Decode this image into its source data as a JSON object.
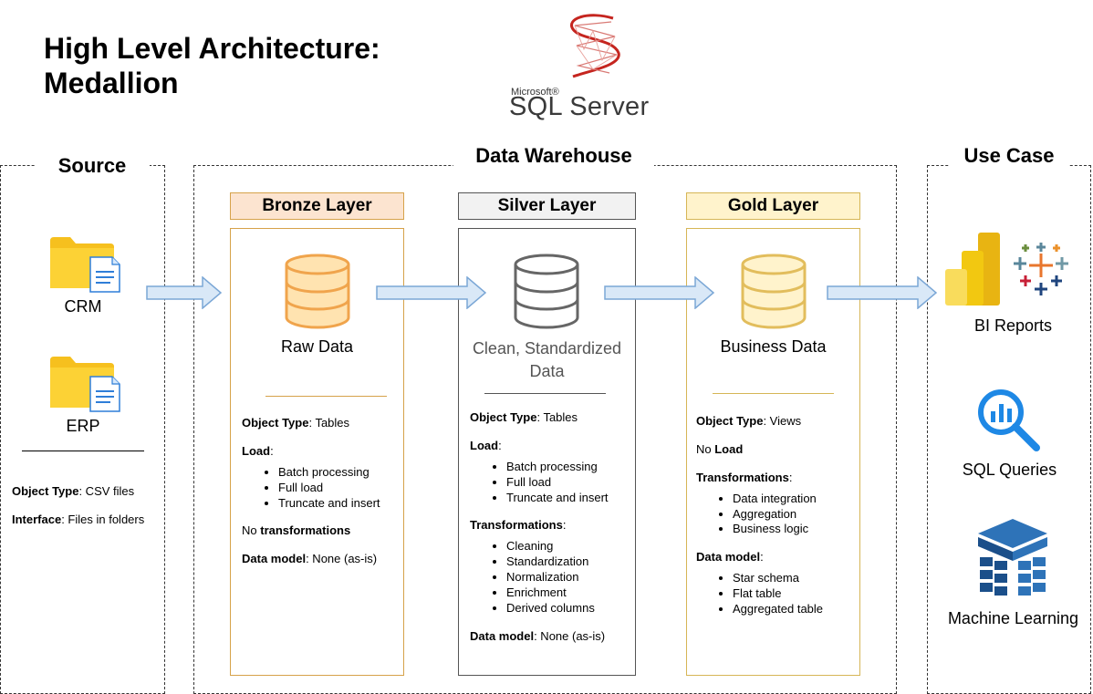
{
  "title": {
    "line1": "High Level Architecture:",
    "line2": "Medallion"
  },
  "logo": {
    "brand": "Microsoft®",
    "product": "SQL Server"
  },
  "source": {
    "title": "Source",
    "items": [
      "CRM",
      "ERP"
    ],
    "object_type_label": "Object Type",
    "object_type_value": ": CSV files",
    "interface_label": "Interface",
    "interface_value": ": Files in folders"
  },
  "warehouse": {
    "title": "Data Warehouse"
  },
  "bronze": {
    "title": "Bronze Layer",
    "subtitle": "Raw Data",
    "object_type_label": "Object Type",
    "object_type_value": ": Tables",
    "load_label": "Load",
    "load_suffix": ":",
    "load_items": [
      "Batch processing",
      "Full load",
      "Truncate and insert"
    ],
    "transform_prefix": "No ",
    "transform_label": "transformations",
    "data_model_label": "Data model",
    "data_model_value": ": None (as-is)"
  },
  "silver": {
    "title": "Silver Layer",
    "subtitle_line1": "Clean, Standardized",
    "subtitle_line2": "Data",
    "object_type_label": "Object Type",
    "object_type_value": ": Tables",
    "load_label": "Load",
    "load_suffix": ":",
    "load_items": [
      "Batch processing",
      "Full load",
      "Truncate and insert"
    ],
    "transform_label": "Transformations",
    "transform_suffix": ":",
    "transform_items": [
      "Cleaning",
      "Standardization",
      "Normalization",
      "Enrichment",
      "Derived columns"
    ],
    "data_model_label": "Data model",
    "data_model_value": ": None (as-is)"
  },
  "gold": {
    "title": "Gold Layer",
    "subtitle": "Business Data",
    "object_type_label": "Object Type",
    "object_type_value": ": Views",
    "load_prefix": "No ",
    "load_label": "Load",
    "transform_label": "Transformations",
    "transform_suffix": ":",
    "transform_items": [
      "Data integration",
      "Aggregation",
      "Business logic"
    ],
    "data_model_label": "Data model",
    "data_model_suffix": ":",
    "data_model_items": [
      "Star schema",
      "Flat table",
      "Aggregated table"
    ]
  },
  "use_case": {
    "title": "Use Case",
    "items": [
      "BI Reports",
      "SQL Queries",
      "Machine Learning"
    ]
  },
  "colors": {
    "bronze_fill": "#fce4d0",
    "bronze_border": "#d6a24a",
    "bronze_icon": "#f0a44c",
    "silver_fill": "#f2f2f2",
    "silver_border": "#555555",
    "silver_icon": "#666666",
    "gold_fill": "#fff3cc",
    "gold_border": "#d6b656",
    "gold_icon": "#e2bd5c",
    "arrow_fill": "#d9e8f7",
    "arrow_stroke": "#7ba7d6"
  }
}
